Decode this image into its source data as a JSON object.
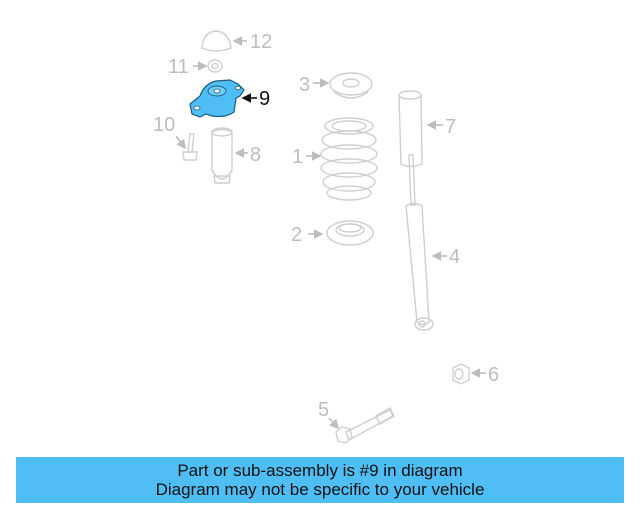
{
  "diagram": {
    "highlight_color": "#4fbef5",
    "part_color": "#cfcfcf",
    "label_color": "#bdbdbd",
    "callouts": [
      {
        "number": "1",
        "part": "coil-spring"
      },
      {
        "number": "2",
        "part": "lower-spring-seat"
      },
      {
        "number": "3",
        "part": "upper-spring-seat"
      },
      {
        "number": "4",
        "part": "shock-absorber"
      },
      {
        "number": "5",
        "part": "bolt"
      },
      {
        "number": "6",
        "part": "nut"
      },
      {
        "number": "7",
        "part": "dust-boot"
      },
      {
        "number": "8",
        "part": "bump-stop"
      },
      {
        "number": "9",
        "part": "upper-mount",
        "highlighted": true
      },
      {
        "number": "10",
        "part": "bolt"
      },
      {
        "number": "11",
        "part": "nut"
      },
      {
        "number": "12",
        "part": "cap"
      }
    ]
  },
  "banner": {
    "line1": "Part or sub-assembly is #9 in diagram",
    "line2": "Diagram may not be specific to your vehicle",
    "background": "#4fbef5"
  }
}
